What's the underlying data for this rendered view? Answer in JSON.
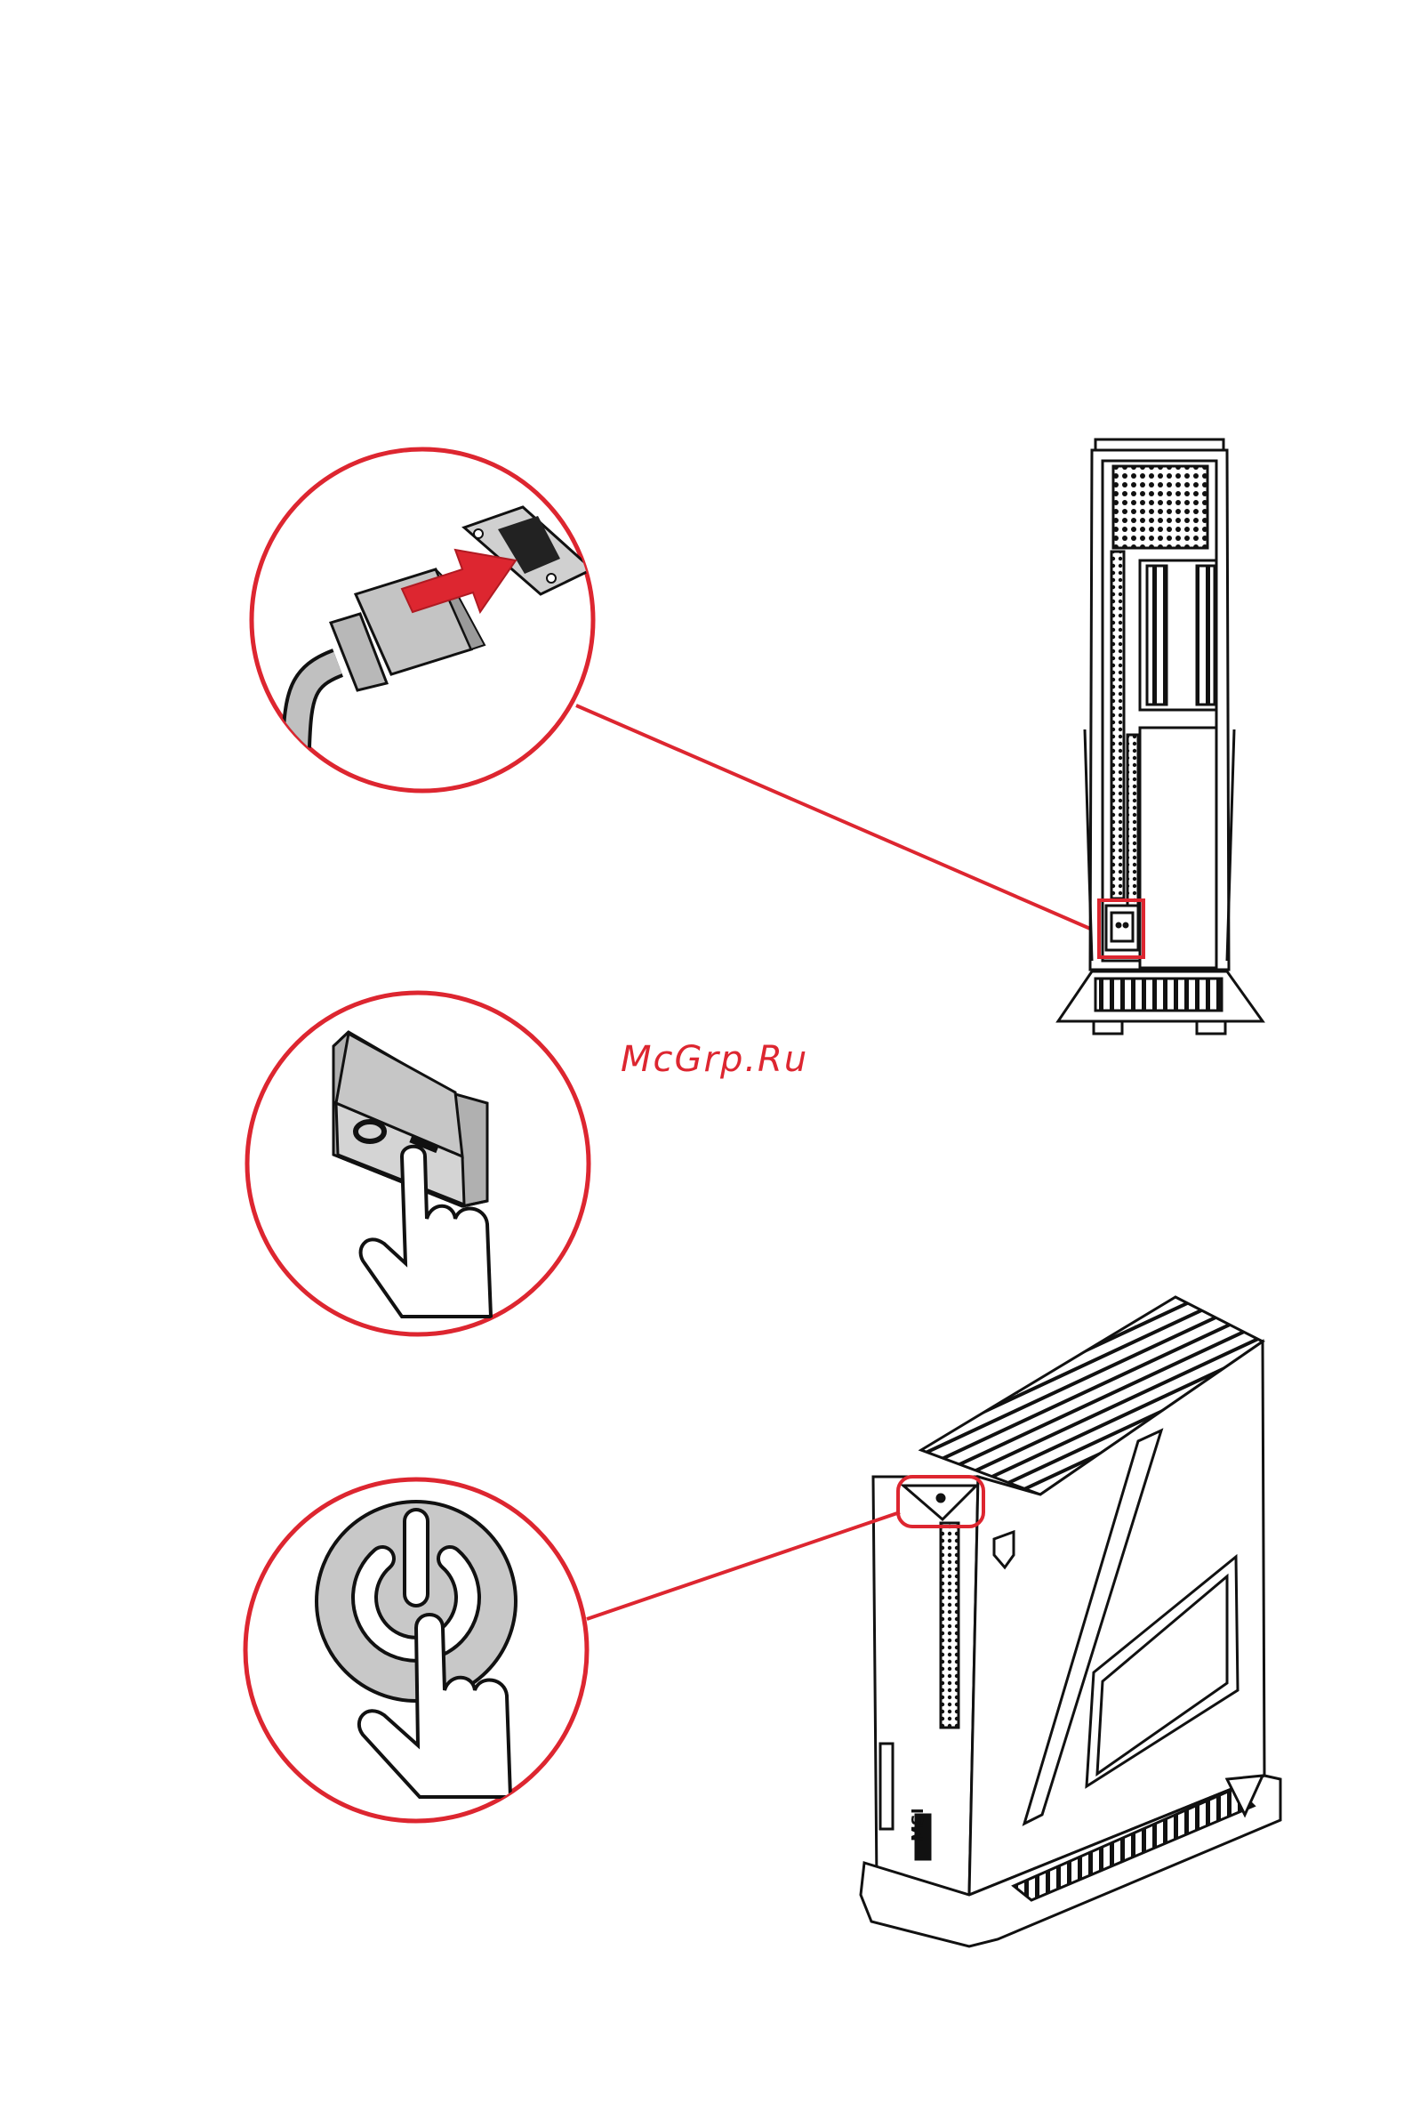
{
  "watermark": {
    "text": "McGrp.Ru"
  },
  "figures": {
    "power_cord_callout": {
      "icon": "power-cord-plug-icon"
    },
    "psu_switch_callout": {
      "icon": "rocker-switch-icon",
      "switch_labels": [
        "O",
        "I"
      ]
    },
    "power_button_callout": {
      "icon": "power-button-icon"
    },
    "pc_rear_view": {
      "icon": "pc-rear-view"
    },
    "pc_front_view": {
      "icon": "pc-front-view",
      "badge": "MSI"
    }
  },
  "colors": {
    "accent_red": "#dd2630",
    "line": "#1a1a1a",
    "gray_fill": "#c8c8c8",
    "dark_fill": "#333333"
  }
}
